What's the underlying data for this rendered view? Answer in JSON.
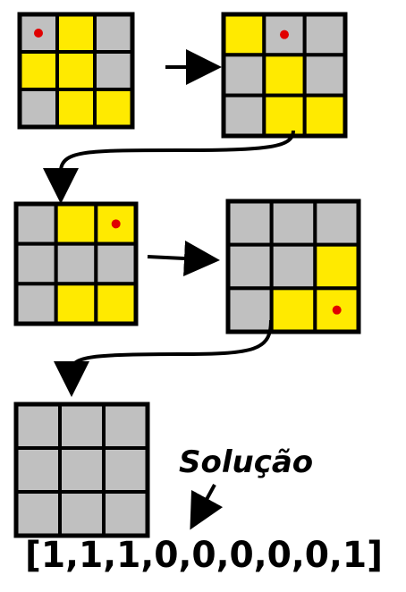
{
  "colors": {
    "off": "#c0c0c0",
    "on": "#ffea00",
    "line": "#000000",
    "dot": "#e00000"
  },
  "grids": [
    {
      "id": "step-1",
      "cells": [
        0,
        1,
        0,
        1,
        1,
        0,
        0,
        1,
        1
      ],
      "dot": [
        0,
        0
      ]
    },
    {
      "id": "step-2",
      "cells": [
        1,
        0,
        0,
        0,
        1,
        0,
        0,
        1,
        1
      ],
      "dot": [
        0,
        1
      ]
    },
    {
      "id": "step-3",
      "cells": [
        0,
        1,
        1,
        0,
        0,
        0,
        0,
        1,
        1
      ],
      "dot": [
        0,
        2
      ]
    },
    {
      "id": "step-4",
      "cells": [
        0,
        0,
        0,
        0,
        0,
        1,
        0,
        1,
        1
      ],
      "dot": [
        2,
        2
      ]
    },
    {
      "id": "step-5",
      "cells": [
        0,
        0,
        0,
        0,
        0,
        0,
        0,
        0,
        0
      ],
      "dot": null
    }
  ],
  "solution": {
    "label": "Solução",
    "sequence": "[1,1,1,0,0,0,0,0,1]"
  }
}
